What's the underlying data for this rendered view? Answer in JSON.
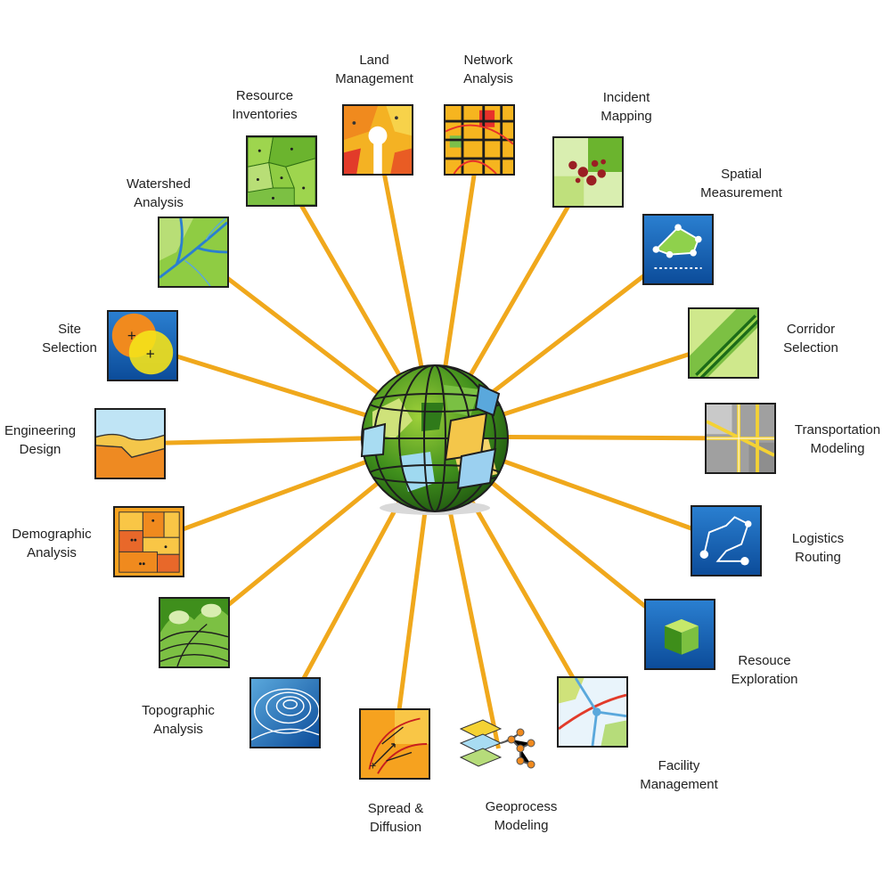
{
  "hub": {
    "name": "globe-hub",
    "connector_color": "#f0a81c"
  },
  "applications": [
    {
      "id": "land-management",
      "lines": [
        "Land",
        "Management"
      ],
      "icon": "keyhole-map-icon"
    },
    {
      "id": "network-analysis",
      "lines": [
        "Network",
        "Analysis"
      ],
      "icon": "street-grid-icon"
    },
    {
      "id": "incident-mapping",
      "lines": [
        "Incident",
        "Mapping"
      ],
      "icon": "incident-dots-icon"
    },
    {
      "id": "spatial-measurement",
      "lines": [
        "Spatial",
        "Measurement"
      ],
      "icon": "polygon-measure-icon"
    },
    {
      "id": "corridor-selection",
      "lines": [
        "Corridor",
        "Selection"
      ],
      "icon": "corridor-band-icon"
    },
    {
      "id": "transportation-modeling",
      "lines": [
        "Transportation",
        "Modeling"
      ],
      "icon": "road-network-icon"
    },
    {
      "id": "logistics-routing",
      "lines": [
        "Logistics",
        "Routing"
      ],
      "icon": "route-path-icon"
    },
    {
      "id": "resouce-exploration",
      "lines": [
        "Resouce",
        "Exploration"
      ],
      "icon": "green-cube-icon"
    },
    {
      "id": "facility-management",
      "lines": [
        "Facility",
        "Management"
      ],
      "icon": "facility-map-icon"
    },
    {
      "id": "geoprocess-modeling",
      "lines": [
        "Geoprocess",
        "Modeling"
      ],
      "icon": "layer-stack-icon"
    },
    {
      "id": "spread-diffusion",
      "lines": [
        "Spread &",
        "Diffusion"
      ],
      "icon": "flow-vectors-icon"
    },
    {
      "id": "topographic-analysis-contours",
      "lines": [],
      "icon": "contour-lines-icon"
    },
    {
      "id": "topographic-analysis",
      "lines": [
        "Topographic",
        "Analysis"
      ],
      "icon": "terrain-3d-icon"
    },
    {
      "id": "demographic-analysis",
      "lines": [
        "Demographic",
        "Analysis"
      ],
      "icon": "census-blocks-icon"
    },
    {
      "id": "engineering-design",
      "lines": [
        "Engineering",
        "Design"
      ],
      "icon": "cross-section-icon"
    },
    {
      "id": "site-selection",
      "lines": [
        "Site",
        "Selection"
      ],
      "icon": "overlay-circles-icon"
    },
    {
      "id": "watershed-analysis",
      "lines": [
        "Watershed",
        "Analysis"
      ],
      "icon": "stream-network-icon"
    },
    {
      "id": "resource-inventories",
      "lines": [
        "Resource",
        "Inventories"
      ],
      "icon": "parcel-points-icon"
    }
  ]
}
